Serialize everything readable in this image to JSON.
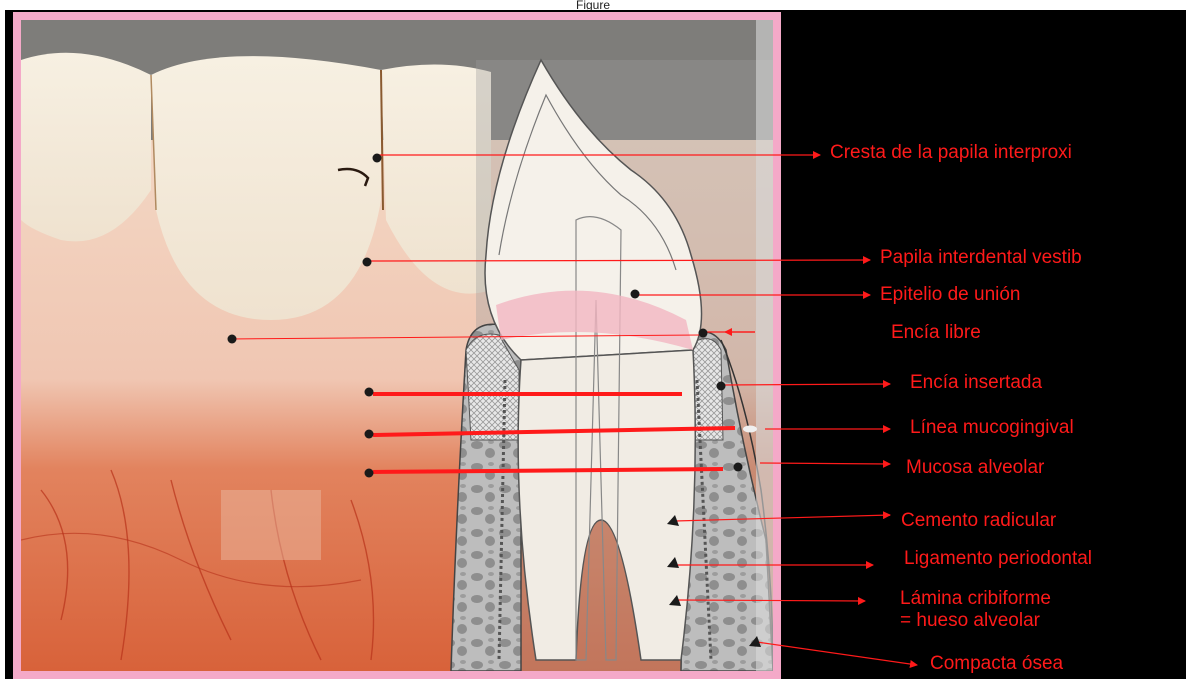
{
  "caption": "Figure",
  "colors": {
    "annotation": "#ff1a1a",
    "background": "#000000",
    "frame": "#f4a9c8"
  },
  "labels": [
    {
      "id": "cresta",
      "text": "Cresta de la papila interproxi"
    },
    {
      "id": "papila",
      "text": "Papila interdental vestib"
    },
    {
      "id": "epitelio",
      "text": "Epitelio de unión"
    },
    {
      "id": "encia-libre",
      "text": "Encía libre"
    },
    {
      "id": "encia-insertada",
      "text": "Encía insertada"
    },
    {
      "id": "linea",
      "text": "Línea mucogingival"
    },
    {
      "id": "mucosa",
      "text": "Mucosa alveolar"
    },
    {
      "id": "cemento",
      "text": "Cemento radicular"
    },
    {
      "id": "ligamento",
      "text": "Ligamento periodontal"
    },
    {
      "id": "lamina",
      "text": "Lámina cribiforme",
      "line2": "= hueso alveolar"
    },
    {
      "id": "compacta",
      "text": "Compacta ósea"
    }
  ]
}
